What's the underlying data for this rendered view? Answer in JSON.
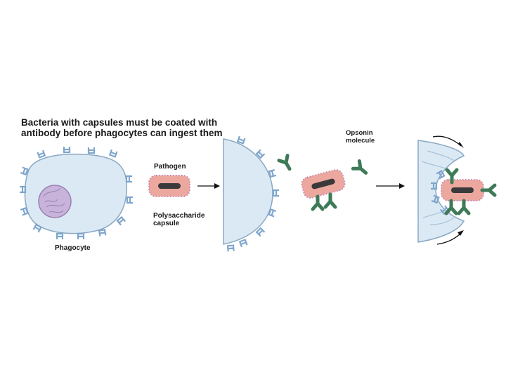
{
  "title": "Bacteria with capsules must be coated with\nantibody before phagocytes can ingest them",
  "labels": {
    "pathogen": "Pathogen",
    "capsule": "Polysaccharide\ncapsule",
    "phagocyte": "Phagocyte",
    "opsonin": "Opsonin\nmolecule"
  },
  "colors": {
    "cell_fill": "#dbe9f4",
    "cell_stroke": "#8aa9c4",
    "receptor": "#7fa6cc",
    "nucleus": "#b7a0cc",
    "bacterium_fill": "#eca89e",
    "bacterium_dots": "#c586ad",
    "bacterium_core": "#3a3a3a",
    "antibody": "#3e7a57",
    "arrow": "#111111"
  },
  "icons": [
    "phagocyte-cell",
    "nucleus",
    "bacterium",
    "antibody",
    "receptor",
    "arrow"
  ]
}
